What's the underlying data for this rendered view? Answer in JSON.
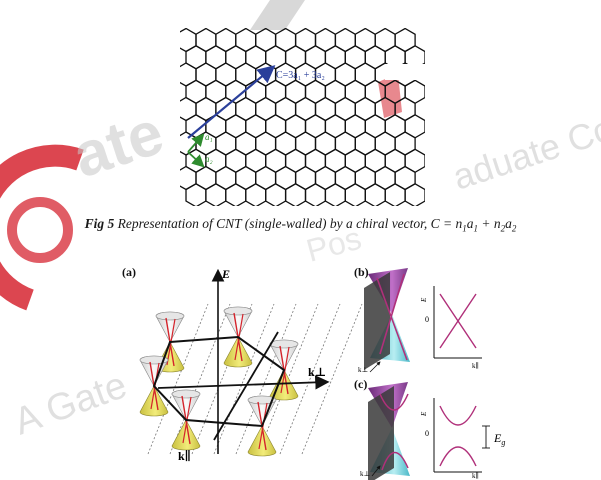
{
  "watermark": {
    "brand_fragment": "ate",
    "tagline": "A Gate",
    "side_fragment": "aduate Co",
    "center_fragment": "Pos",
    "colors": {
      "brand_red": "#d62631",
      "brand_gray": "#c8c8c8"
    }
  },
  "figure5": {
    "vector_label": "C=3a₁ + 3a₂",
    "a1_label": "a₁",
    "a2_label": "a₂",
    "colors": {
      "hex_stroke": "#111111",
      "chiral_vector": "#2a3f9a",
      "unit_vectors": "#2e8b2e"
    }
  },
  "caption": {
    "fig_label": "Fig 5",
    "text": "Representation of CNT (single-walled) by a chiral vector, C = n",
    "sub1": "1",
    "mid1": "a",
    "sub2": "1",
    "mid2": " + n",
    "sub3": "2",
    "mid3": "a",
    "sub4": "2"
  },
  "band_figure": {
    "panel_a": "(a)",
    "panel_b": "(b)",
    "panel_c": "(c)",
    "axis_E": "E",
    "axis_kperp": "k⊥",
    "axis_kpar": "k∥",
    "b_ylabel": "E",
    "b_zero": "0",
    "b_xlabel": "k∥",
    "b_kperp": "k⊥",
    "c_ylabel": "E",
    "c_zero": "0",
    "c_xlabel": "k∥",
    "c_kperp": "k⊥",
    "gap_label": "E",
    "gap_sub": "g",
    "colors": {
      "cone_yellow": "#e8e060",
      "cone_white": "#f2f2f2",
      "cut_red": "#d4232b",
      "dispersion": "#b0307a",
      "cone_purple": "#a04aa8",
      "cone_cyan": "#7fd6e0"
    }
  }
}
